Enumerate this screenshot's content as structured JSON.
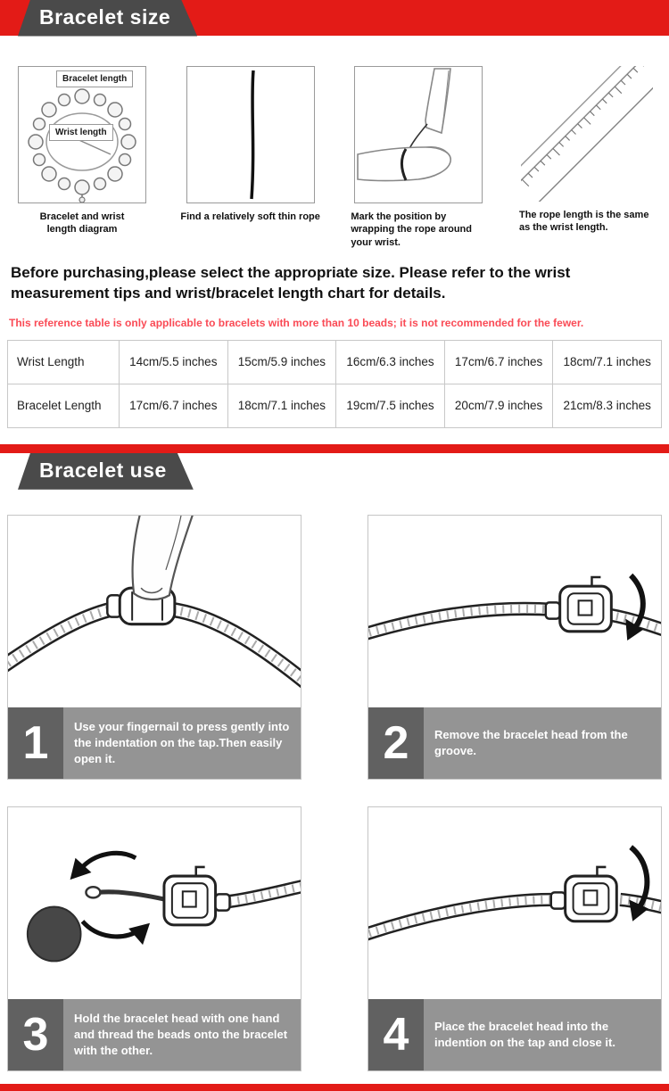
{
  "colors": {
    "banner_red": "#e31b17",
    "ribbon_gray": "#4a4a4a",
    "note_red": "#fa4a55",
    "step_number_bg": "#616161",
    "step_caption_bg": "#949494"
  },
  "size_section": {
    "title": "Bracelet size",
    "figures": [
      {
        "illustration": "bracelet-and-wrist-length-diagram",
        "caption": "Bracelet and wrist length diagram",
        "label_bracelet": "Bracelet length",
        "label_wrist": "Wrist length"
      },
      {
        "illustration": "soft-thin-rope",
        "caption": "Find a relatively soft thin rope"
      },
      {
        "illustration": "wrap-rope-around-wrist",
        "caption": "Mark the position by wrapping the rope around your wrist."
      },
      {
        "illustration": "ruler-measure-rope",
        "caption": "The rope length is the same as the wrist length."
      }
    ],
    "intro": "Before purchasing,please select the appropriate size. Please refer to the wrist measurement tips and wrist/bracelet length chart for details.",
    "note": "This reference table is only applicable to bracelets with more than 10 beads; it is not recommended for the fewer.",
    "table": {
      "rows": [
        {
          "label": "Wrist Length",
          "values": [
            "14cm/5.5 inches",
            "15cm/5.9 inches",
            "16cm/6.3 inches",
            "17cm/6.7 inches",
            "18cm/7.1 inches"
          ]
        },
        {
          "label": "Bracelet Length",
          "values": [
            "17cm/6.7 inches",
            "18cm/7.1 inches",
            "19cm/7.5 inches",
            "20cm/7.9 inches",
            "21cm/8.3 inches"
          ]
        }
      ]
    }
  },
  "use_section": {
    "title": "Bracelet use",
    "steps": [
      {
        "number": "1",
        "illustration": "press-tab-with-fingernail",
        "text": "Use your fingernail to press gently into the indentation on the tap.Then easily open it."
      },
      {
        "number": "2",
        "illustration": "remove-bracelet-head",
        "text": "Remove the bracelet head from the groove."
      },
      {
        "number": "3",
        "illustration": "thread-beads-onto-bracelet",
        "text": "Hold the bracelet head with one hand and thread the beads onto the bracelet with the other."
      },
      {
        "number": "4",
        "illustration": "close-bracelet-head",
        "text": "Place the bracelet head into the indention on the tap and close it."
      }
    ]
  }
}
